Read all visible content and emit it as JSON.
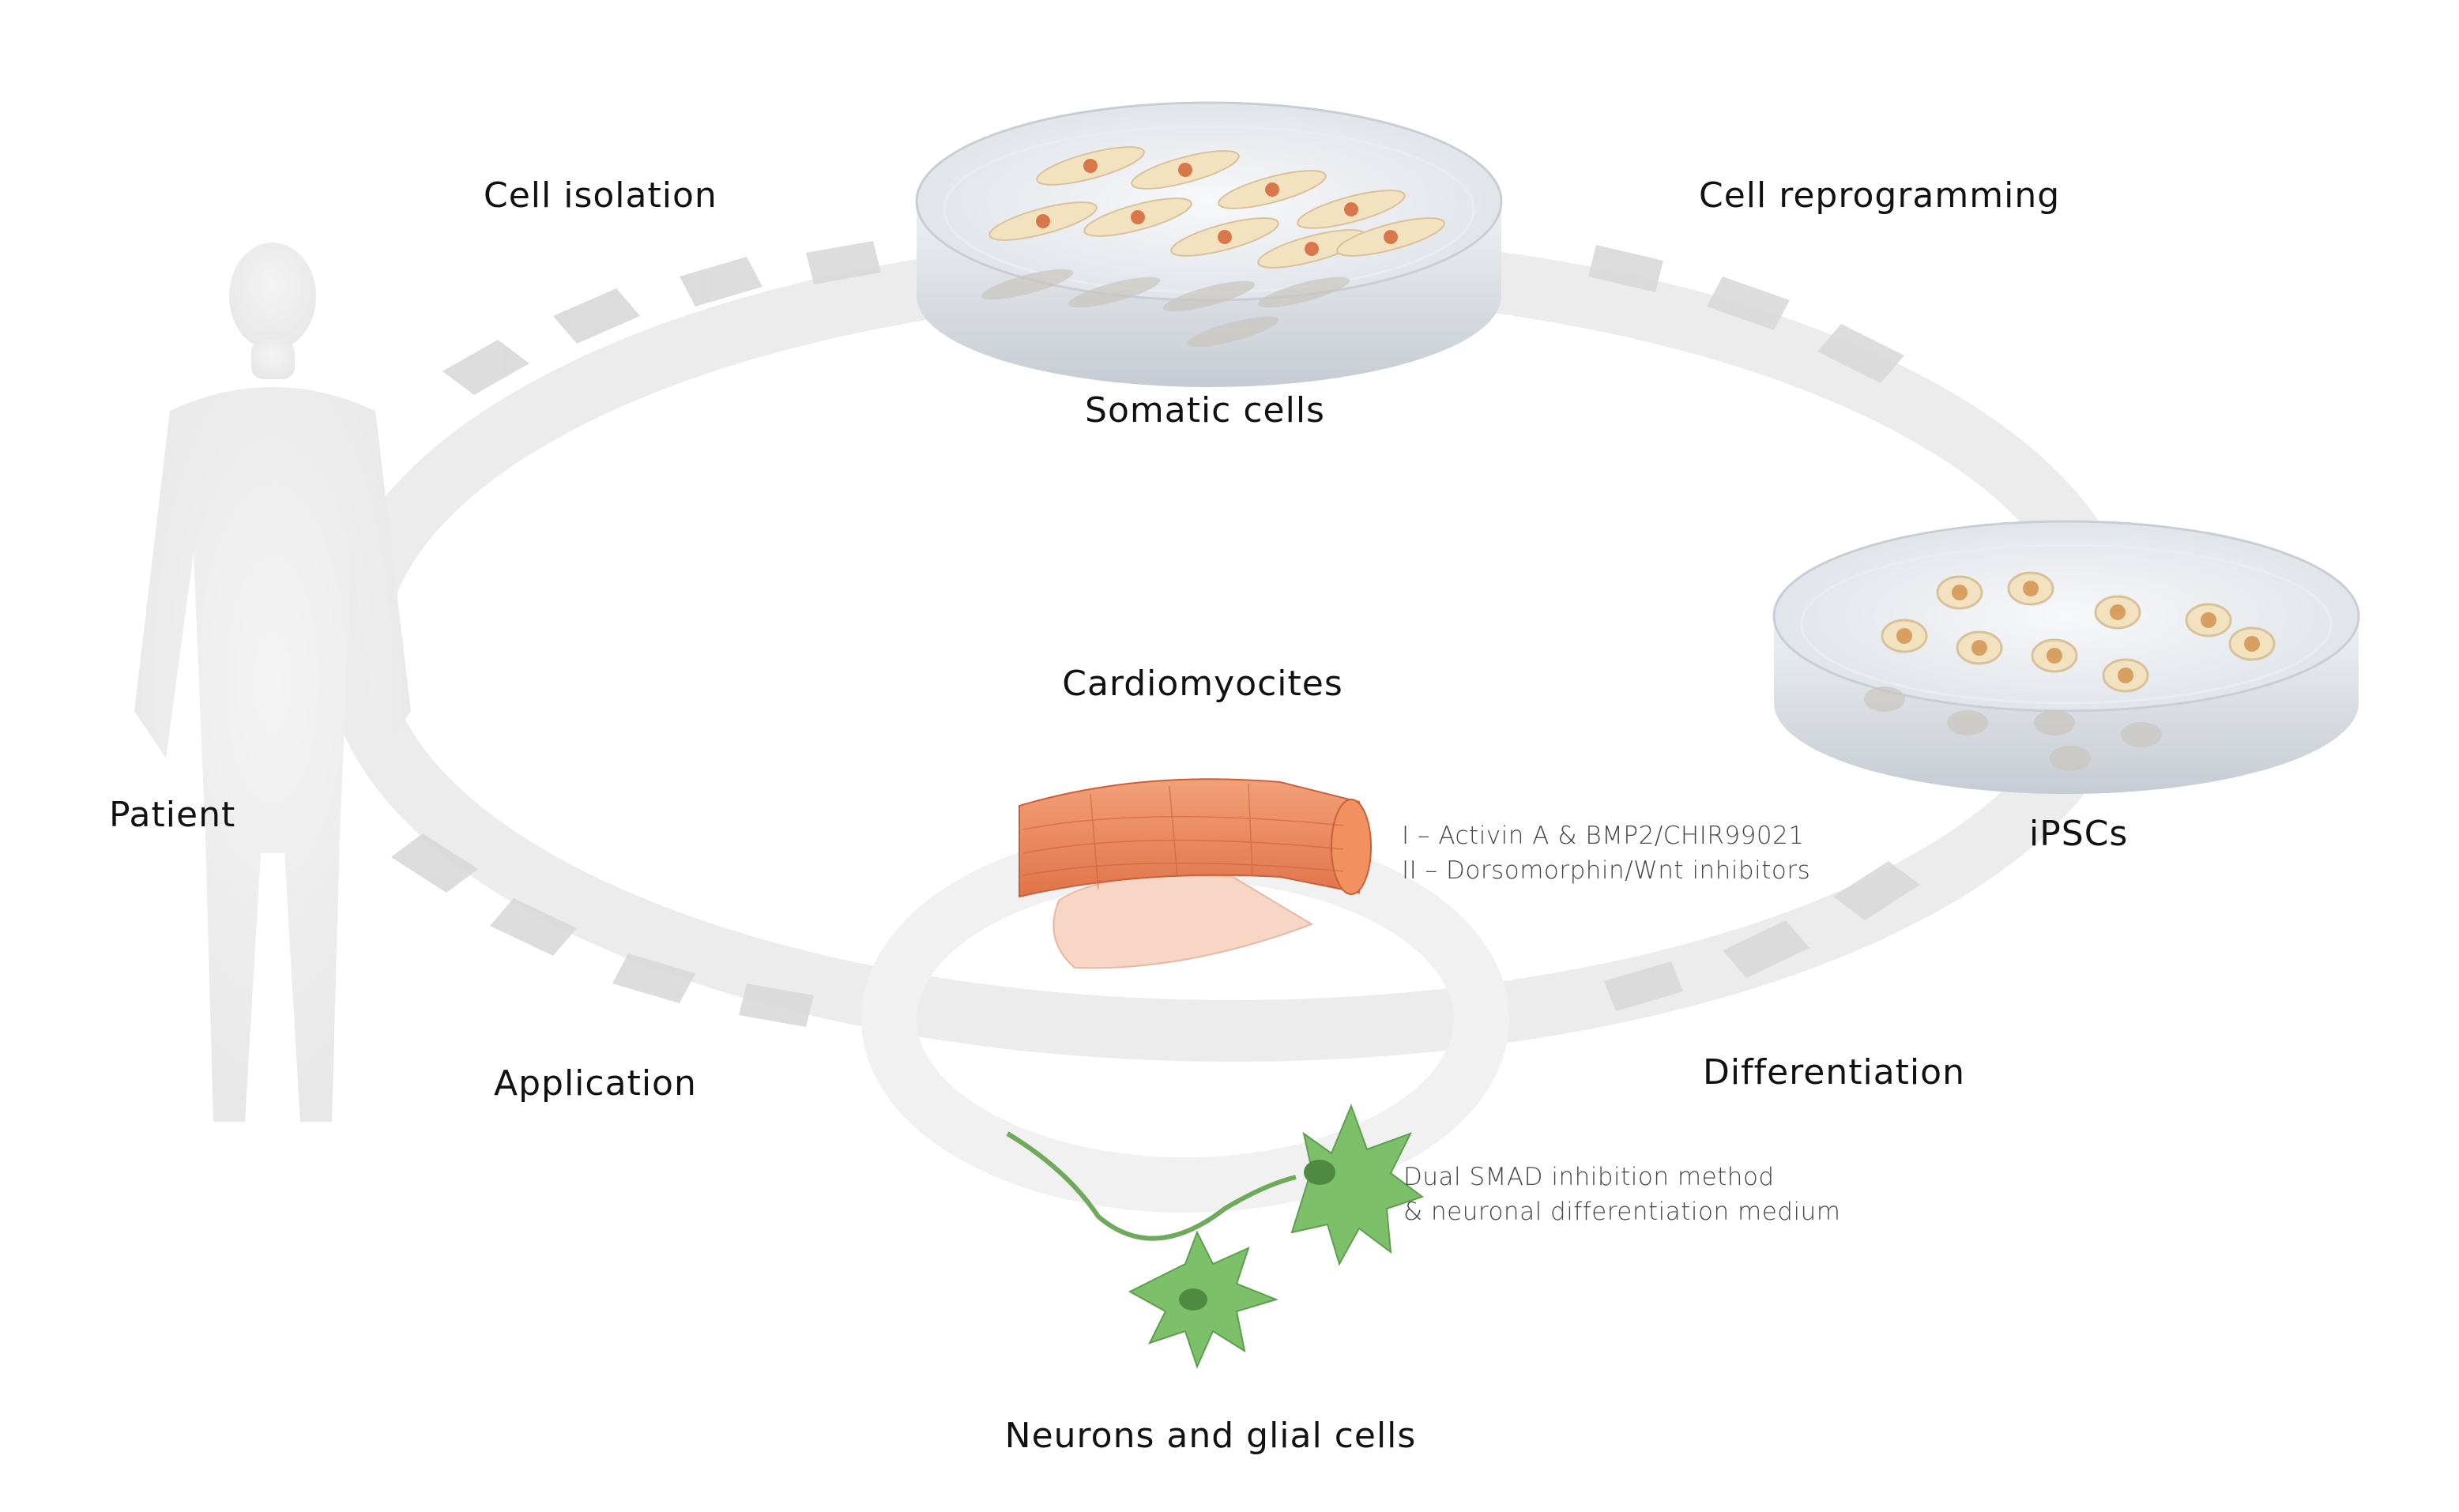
{
  "labels": {
    "cell_isolation": "Cell isolation",
    "cell_reprogramming": "Cell reprogramming",
    "somatic_cells": "Somatic cells",
    "patient": "Patient",
    "ipscs": "iPSCs",
    "cardiomyocites": "Cardiomyocites",
    "application": "Application",
    "differentiation": "Differentiation",
    "neurons": "Neurons and glial cells"
  },
  "notes": {
    "cardio_line1": "I – Activin A & BMP2/CHIR99021",
    "cardio_line2": "II – Dorsomorphin/Wnt inhibitors",
    "neuro_line1": "Dual SMAD inhibition method",
    "neuro_line2": "& neuronal differentiation medium"
  },
  "colors": {
    "arrow": "#e8e8e8",
    "silhouette": "#efefef",
    "dish": "#d9dde3",
    "somatic_cell": "#f3e2c0",
    "nucleus": "#d8784a",
    "muscle": "#ee8a5e",
    "neuron": "#7cc06a"
  }
}
